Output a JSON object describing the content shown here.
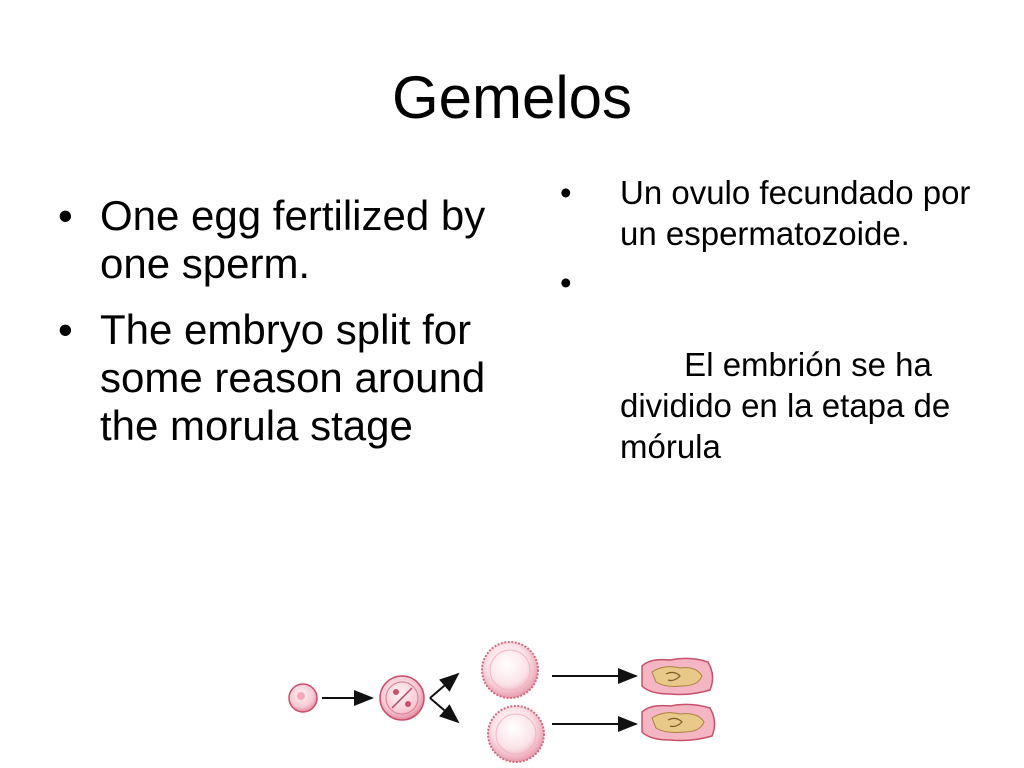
{
  "slide": {
    "title": "Gemelos",
    "left_bullets": [
      "One egg fertilized by one sperm.",
      "The embryo split for some reason around the morula stage"
    ],
    "right_bullets": [
      "Un ovulo fecundado por un espermatozoide.",
      " El embrión se ha dividido en la etapa de mórula"
    ],
    "bullet_glyph": "•"
  },
  "colors": {
    "cell_pink": "#f4b6c2",
    "cell_border": "#c9506a",
    "embryo_tan": "#e8c98a"
  }
}
